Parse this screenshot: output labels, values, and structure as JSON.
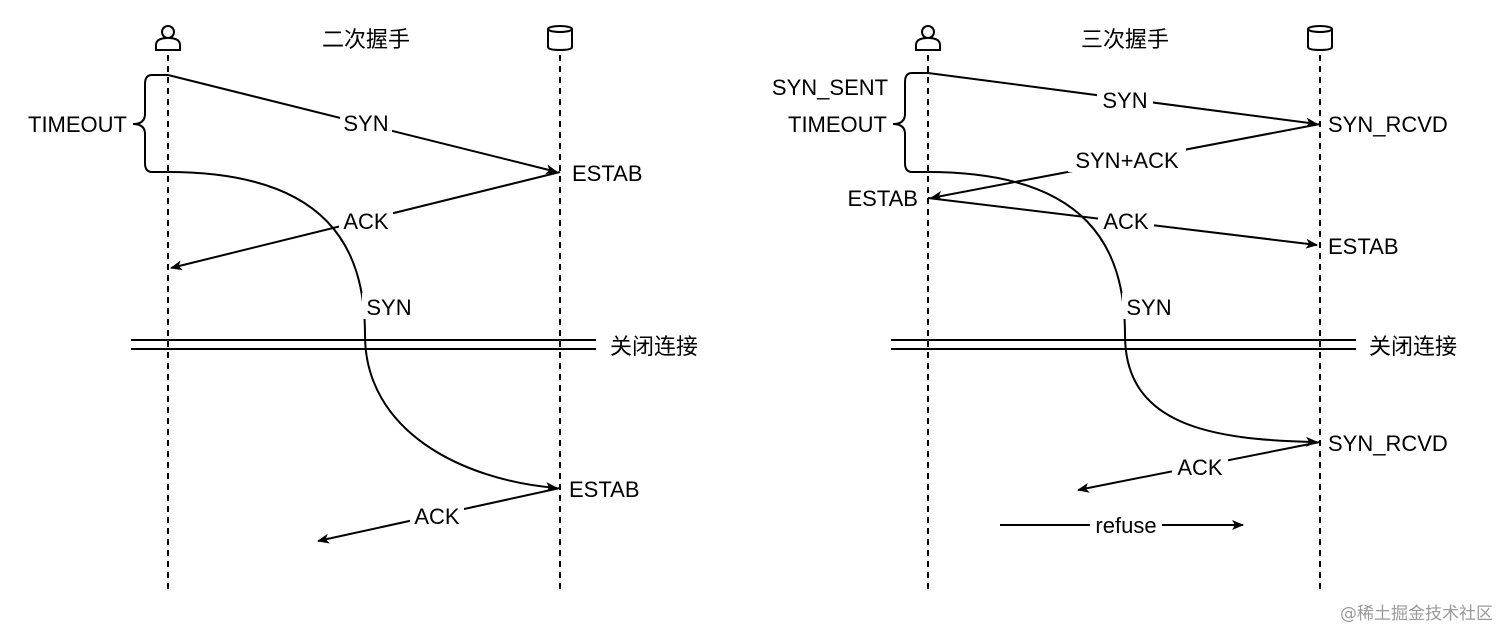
{
  "diagrams": {
    "two_way": {
      "title": "二次握手",
      "client_icon": "user-icon",
      "server_icon": "database-icon",
      "labels": {
        "timeout": "TIMEOUT",
        "syn1": "SYN",
        "estab1": "ESTAB",
        "ack1": "ACK",
        "syn2": "SYN",
        "close": "关闭连接",
        "estab2": "ESTAB",
        "ack2": "ACK"
      }
    },
    "three_way": {
      "title": "三次握手",
      "client_icon": "user-icon",
      "server_icon": "database-icon",
      "labels": {
        "syn_sent": "SYN_SENT",
        "timeout": "TIMEOUT",
        "syn1": "SYN",
        "syn_rcvd1": "SYN_RCVD",
        "synack": "SYN+ACK",
        "estab_client": "ESTAB",
        "ack1": "ACK",
        "estab_server": "ESTAB",
        "syn2": "SYN",
        "close": "关闭连接",
        "syn_rcvd2": "SYN_RCVD",
        "ack2": "ACK",
        "refuse": "refuse"
      }
    }
  },
  "watermark": "@稀土掘金技术社区",
  "colors": {
    "line": "#000000",
    "background": "#ffffff",
    "watermark": "#9a9a9a"
  }
}
